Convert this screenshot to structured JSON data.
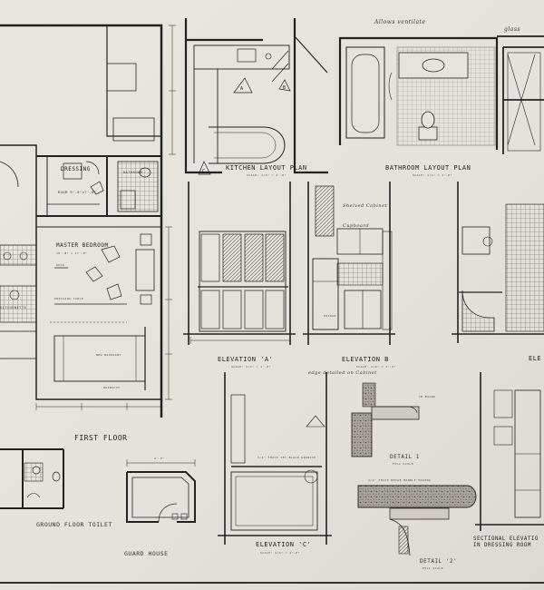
{
  "labels": {
    "kitchen_plan": "KITCHEN LAYOUT PLAN",
    "kitchen_scale": "SCALE: 1/4\" = 1'-0\"",
    "bathroom_plan": "BATHROOM LAYOUT PLAN",
    "bathroom_scale": "SCALE: 1/4\" = 1'-0\"",
    "dressing_room": "DRESSING",
    "dressing_room_2": "ROOM 9'-0\"x7'-6\"",
    "bathroom_room": "BATHROOM",
    "master_bedroom": "MASTER BEDROOM",
    "master_bedroom_dim": "16'-0\" x 17'-0\"",
    "desk": "DESK",
    "dressing_table": "DRESSING TABLE",
    "kitchenette": "KITCHENETTE",
    "new_mahogany": "NEW MAHOGANY",
    "wainscot": "WAINSCOT",
    "first_floor": "FIRST FLOOR",
    "ground_floor_toilet": "GROUND FLOOR TOILET",
    "guard_house": "GUARD HOUSE",
    "guard_dim": "9'-0\"",
    "elevation_a": "ELEVATION 'A'",
    "elevation_a_scale": "SCALE: 1/4\" = 1'-0\"",
    "elevation_b": "ELEVATION B",
    "elevation_b_scale": "SCALE: 1/4\" = 1'-0\"",
    "elevation_c": "ELEVATION 'C'",
    "elevation_c_scale": "SCALE: 1/4\" = 1'-0\"",
    "elevation_right": "ELE",
    "detail_1": "DETAIL 1",
    "detail_1_scale": "FULL SCALE",
    "detail_2": "DETAIL '2'",
    "detail_2_scale": "FULL SCALE",
    "sectional_1": "SECTIONAL ELEVATIO",
    "sectional_2": "IN DRESSING ROOM",
    "fridge": "FRIDGE",
    "cb_board": "CB BOARD",
    "granite_note": "3/4\" THICK JET BLACK GRANITE",
    "granite_note_2": "3/4\" THICK BEIGE MARBLE EDGING",
    "hand_note_1": "Allows ventilate",
    "hand_note_2": "glass",
    "hand_note_3": "edge detailed on Cabinet",
    "hand_note_4": "Shelved Cabinet",
    "hand_note_5": "Cupboard"
  },
  "markers": [
    "A",
    "B",
    "C"
  ],
  "colors": {
    "ink": "#222222",
    "paper": "#e6e3dc",
    "shade": "#bdb9b0"
  }
}
